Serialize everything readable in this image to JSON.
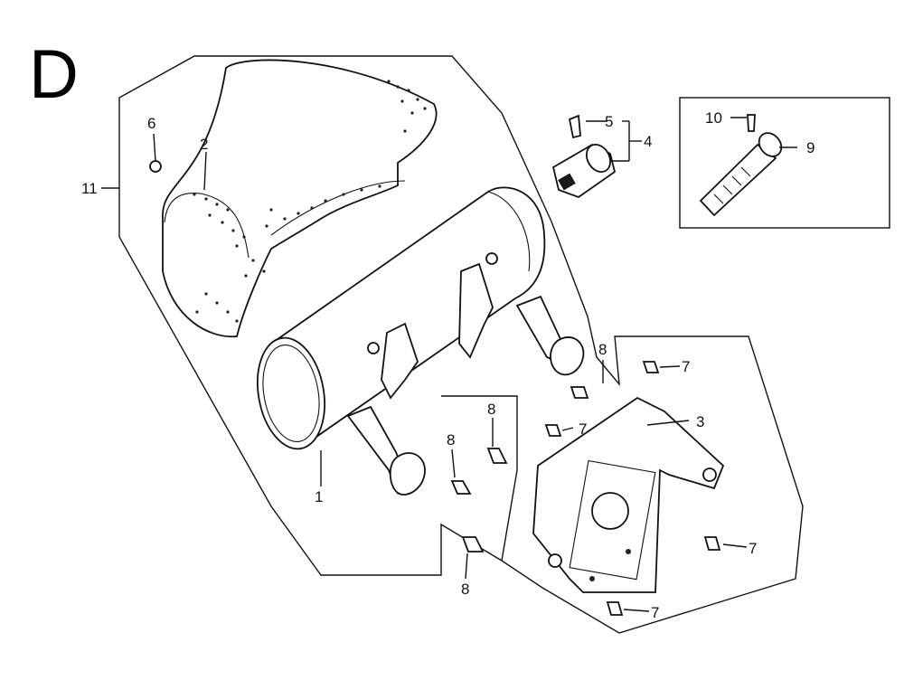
{
  "section_letter": "D",
  "callouts": {
    "c1": "1",
    "c2": "2",
    "c3": "3",
    "c4": "4",
    "c5": "5",
    "c6": "6",
    "c7a": "7",
    "c7b": "7",
    "c7c": "7",
    "c7d": "7",
    "c8a": "8",
    "c8b": "8",
    "c8c": "8",
    "c8d": "8",
    "c9": "9",
    "c10": "10",
    "c11": "11"
  }
}
